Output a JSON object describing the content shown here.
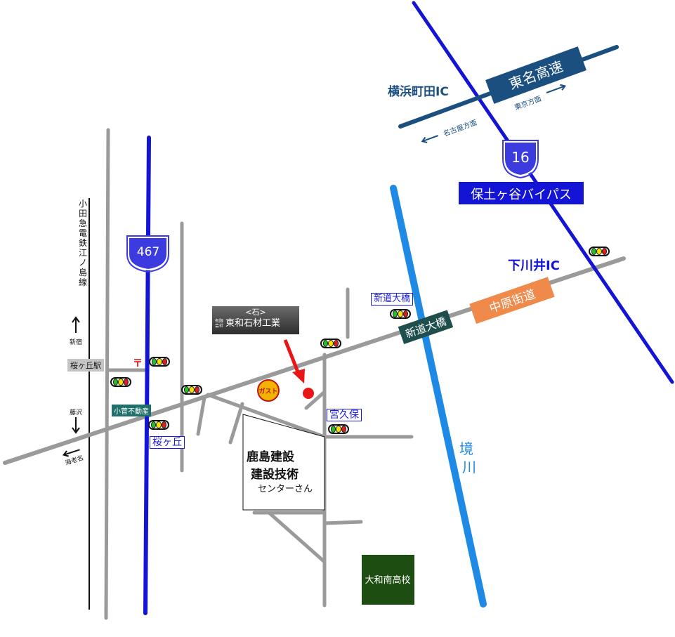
{
  "roads": {
    "tomei": "東名高速",
    "tomei_east": "東京方面",
    "tomei_west": "名古屋方面",
    "yokohama_machida_ic": "横浜町田IC",
    "route16": "16",
    "hodogaya_bypass": "保土ヶ谷バイパス",
    "shimokawai_ic": "下川井IC",
    "nakahara_kaido": "中原街道",
    "shindo_ohashi_sign": "新道大橋",
    "shindo_ohashi_label": "新道大橋",
    "route467": "467"
  },
  "river": {
    "name_line1": "境",
    "name_line2": "川"
  },
  "railway": {
    "name": "小田急電鉄江ノ島線",
    "north": "新宿",
    "south": "藤沢",
    "station": "桜ヶ丘駅"
  },
  "ebina": "海老名",
  "places": {
    "company_top": "<石>",
    "company_kind_1": "有限",
    "company_kind_2": "会社",
    "company_name": "東和石材工業",
    "gusto": "ガスト",
    "kajima_1": "鹿島建設",
    "kajima_2": "建設技術",
    "kajima_3": "センターさん",
    "school": "大和南高校",
    "kosuge": "小菅不動産",
    "sakuragaoka": "桜ヶ丘",
    "miyakubo": "宮久保",
    "post_mark": "〒"
  },
  "colors": {
    "gray_road": "#9a9a9a",
    "blue_road": "#1414d6",
    "river": "#1e8ae6",
    "orange": "#f08a4b",
    "navy": "#1b4f80",
    "green_box": "#1e4d12",
    "marker": "#e81616"
  }
}
